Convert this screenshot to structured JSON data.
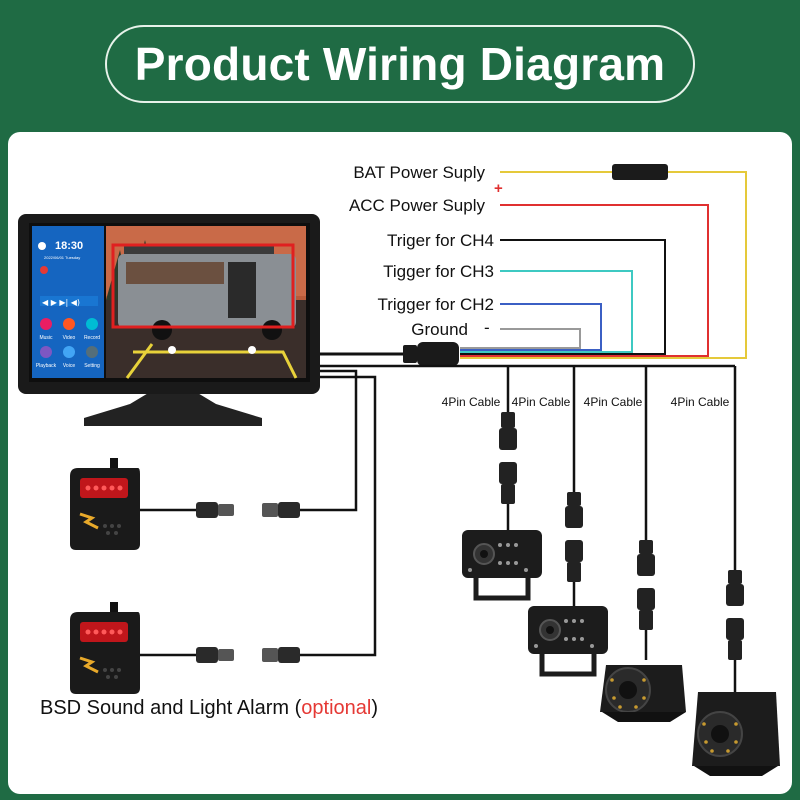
{
  "title": "Product Wiring Diagram",
  "wires": [
    {
      "label": "BAT Power Suply",
      "color": "#e5c93a"
    },
    {
      "label": "ACC Power Suply",
      "color": "#e03030"
    },
    {
      "label": "Triger for CH4",
      "color": "#111111"
    },
    {
      "label": "Tigger for CH3",
      "color": "#3ec9c2"
    },
    {
      "label": "Trigger for CH2",
      "color": "#3b5fc4"
    },
    {
      "label": "Ground",
      "color": "#999999"
    }
  ],
  "plus_symbol": "+",
  "minus_symbol": "-",
  "cables": [
    "4Pin Cable",
    "4Pin Cable",
    "4Pin Cable",
    "4Pin Cable"
  ],
  "monitor": {
    "time": "18:30",
    "date": "2022/06/01 Tuesday",
    "apps": [
      "Music",
      "Video",
      "Record",
      "Playback",
      "Voice",
      "Setting"
    ]
  },
  "alarm_note": {
    "prefix": "BSD Sound and Light Alarm (",
    "optional": "optional",
    "suffix": ")"
  }
}
